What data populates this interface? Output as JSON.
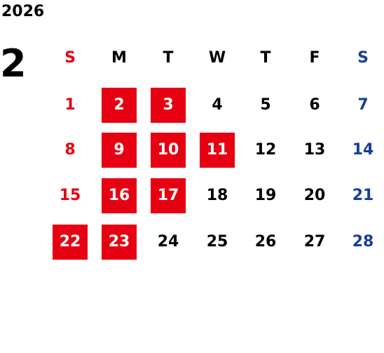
{
  "year": "2026",
  "month": "2",
  "weekdays": [
    "S",
    "M",
    "T",
    "W",
    "T",
    "F",
    "S"
  ],
  "weeks": [
    [
      {
        "day": "1",
        "highlight": false
      },
      {
        "day": "2",
        "highlight": true
      },
      {
        "day": "3",
        "highlight": true
      },
      {
        "day": "4",
        "highlight": false
      },
      {
        "day": "5",
        "highlight": false
      },
      {
        "day": "6",
        "highlight": false
      },
      {
        "day": "7",
        "highlight": false
      }
    ],
    [
      {
        "day": "8",
        "highlight": false
      },
      {
        "day": "9",
        "highlight": true
      },
      {
        "day": "10",
        "highlight": true
      },
      {
        "day": "11",
        "highlight": true
      },
      {
        "day": "12",
        "highlight": false
      },
      {
        "day": "13",
        "highlight": false
      },
      {
        "day": "14",
        "highlight": false
      }
    ],
    [
      {
        "day": "15",
        "highlight": false
      },
      {
        "day": "16",
        "highlight": true
      },
      {
        "day": "17",
        "highlight": true
      },
      {
        "day": "18",
        "highlight": false
      },
      {
        "day": "19",
        "highlight": false
      },
      {
        "day": "20",
        "highlight": false
      },
      {
        "day": "21",
        "highlight": false
      }
    ],
    [
      {
        "day": "22",
        "highlight": true
      },
      {
        "day": "23",
        "highlight": true
      },
      {
        "day": "24",
        "highlight": false
      },
      {
        "day": "25",
        "highlight": false
      },
      {
        "day": "26",
        "highlight": false
      },
      {
        "day": "27",
        "highlight": false
      },
      {
        "day": "28",
        "highlight": false
      }
    ]
  ],
  "colors": {
    "sunday": "#e60012",
    "saturday": "#1a3d99",
    "weekday": "#000000",
    "highlight_bg": "#e60012",
    "highlight_text": "#ffffff"
  }
}
